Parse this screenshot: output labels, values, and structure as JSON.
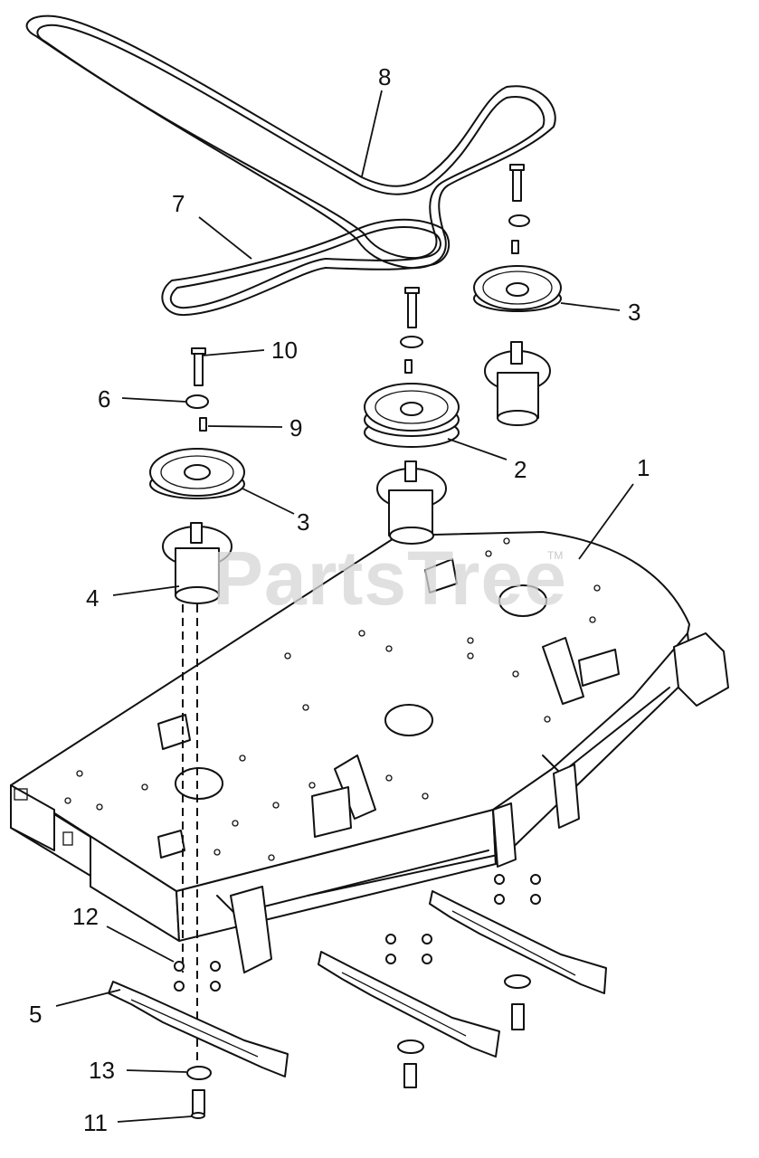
{
  "watermark": {
    "brand": "PartsTree",
    "trademark": "TM"
  },
  "callouts": [
    {
      "id": "c1",
      "label": "1"
    },
    {
      "id": "c2",
      "label": "2"
    },
    {
      "id": "c3a",
      "label": "3"
    },
    {
      "id": "c3b",
      "label": "3"
    },
    {
      "id": "c4",
      "label": "4"
    },
    {
      "id": "c5",
      "label": "5"
    },
    {
      "id": "c6",
      "label": "6"
    },
    {
      "id": "c7",
      "label": "7"
    },
    {
      "id": "c8",
      "label": "8"
    },
    {
      "id": "c9",
      "label": "9"
    },
    {
      "id": "c10",
      "label": "10"
    },
    {
      "id": "c11",
      "label": "11"
    },
    {
      "id": "c12",
      "label": "12"
    },
    {
      "id": "c13",
      "label": "13"
    }
  ]
}
